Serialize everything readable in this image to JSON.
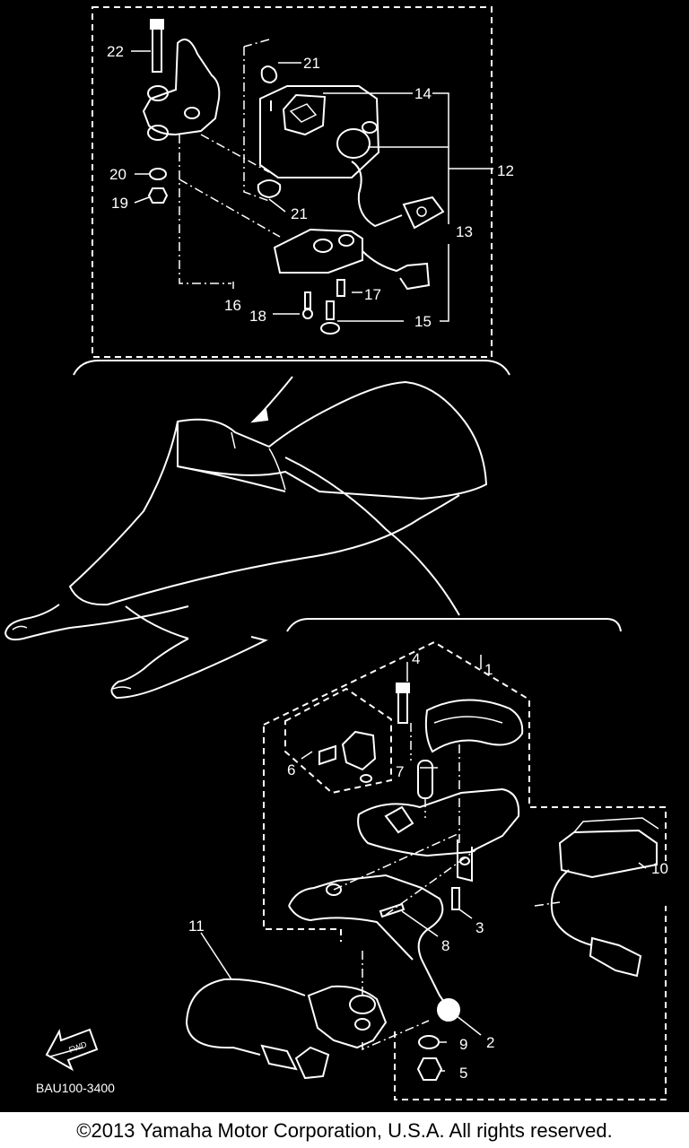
{
  "diagram": {
    "callouts": [
      "1",
      "2",
      "3",
      "4",
      "5",
      "6",
      "7",
      "8",
      "9",
      "10",
      "11",
      "12",
      "13",
      "14",
      "15",
      "16",
      "17",
      "18",
      "19",
      "20",
      "21",
      "21",
      "22"
    ],
    "drawing_code": "BAU100-3400",
    "fwd_label": "FWD"
  },
  "footer": {
    "copyright": "©2013 Yamaha Motor Corporation, U.S.A. All rights reserved."
  }
}
